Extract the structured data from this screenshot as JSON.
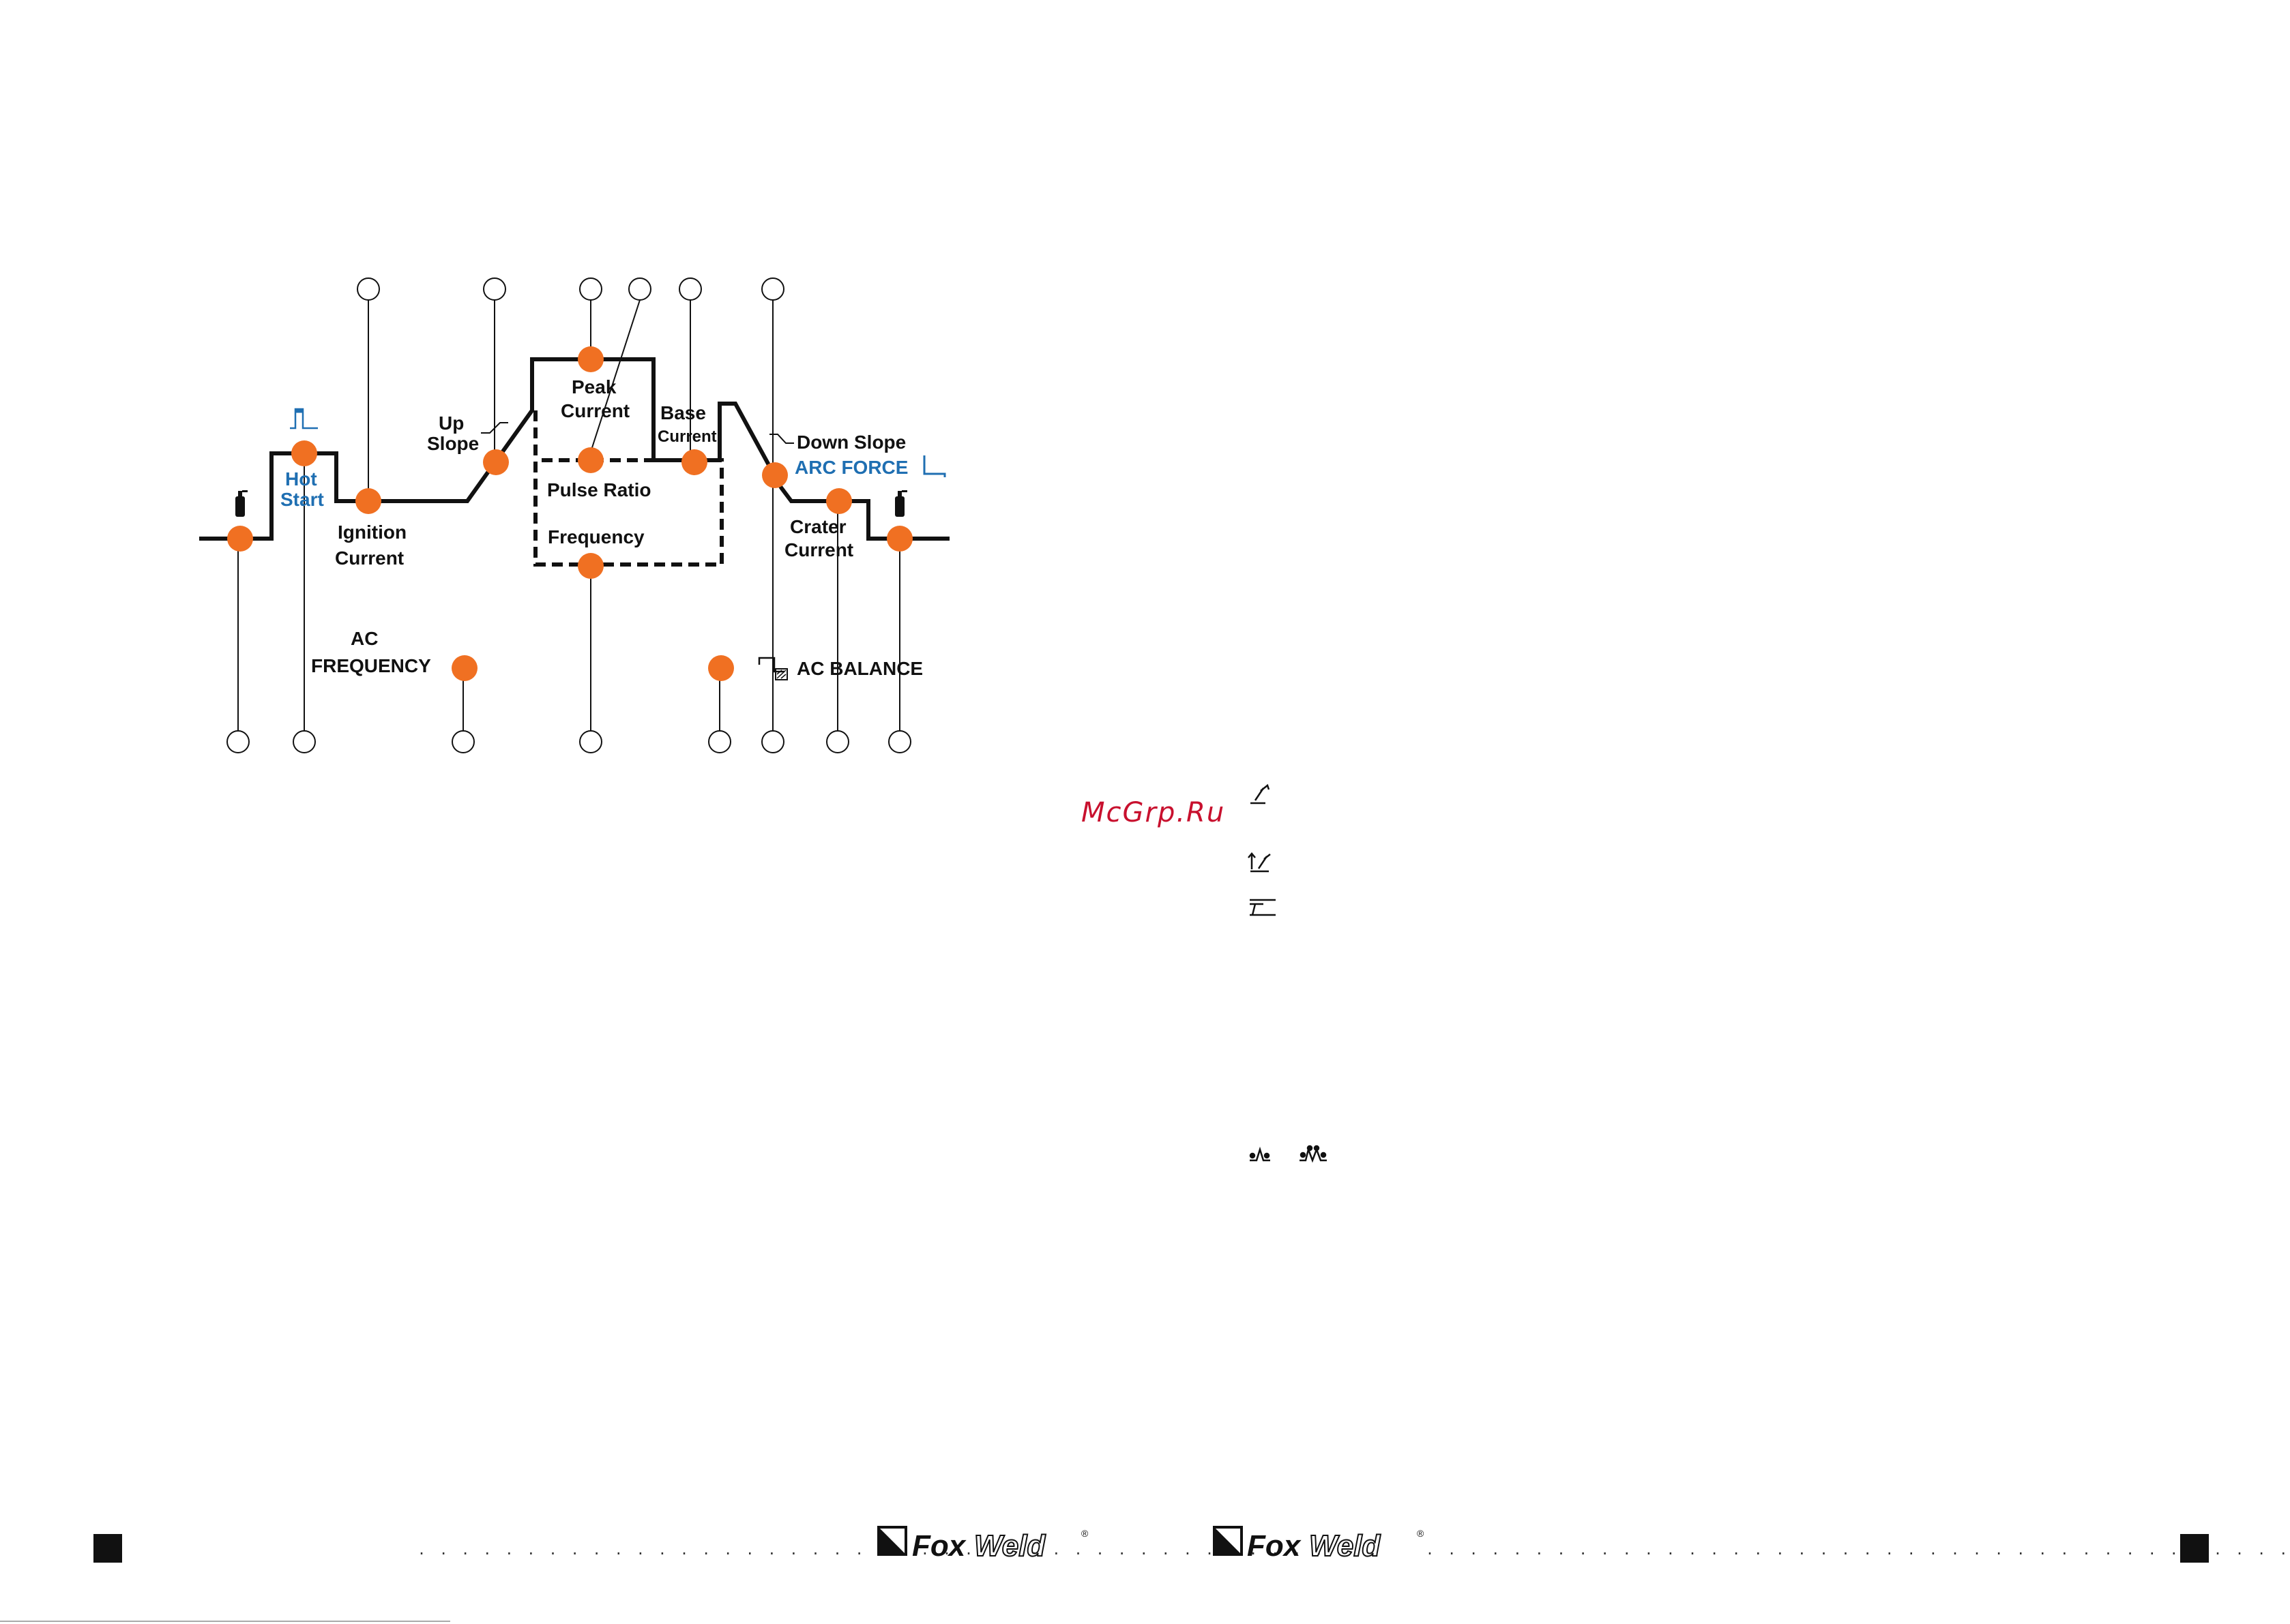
{
  "colors": {
    "line": "#111111",
    "marker": "#f07022",
    "blue": "#1f6fb2",
    "watermark": "#c8102e"
  },
  "diagram": {
    "labels": {
      "hot_start_1": "Hot",
      "hot_start_2": "Start",
      "ignition_1": "Ignition",
      "ignition_2": "Current",
      "up_slope_1": "Up",
      "up_slope_2": "Slope",
      "peak_1": "Peak",
      "peak_2": "Current",
      "base_1": "Base",
      "base_2": "Current",
      "down_slope": "Down Slope",
      "arc_force": "ARC FORCE",
      "pulse_ratio": "Pulse Ratio",
      "frequency": "Frequency",
      "crater_1": "Crater",
      "crater_2": "Current",
      "ac_1": "AC",
      "ac_2": "FREQUENCY",
      "ac_balance": "AC BALANCE"
    },
    "icons": [
      "gas-cylinder-icon",
      "hot-start-pulse-icon",
      "slope-icon",
      "arc-force-icon",
      "ac-balance-wave-icon",
      "torch-icon",
      "torch-up-icon",
      "tig-icon",
      "2t-icon",
      "4t-icon"
    ]
  },
  "watermark": "McGrp.Ru",
  "footer": {
    "brand_fox": "Fox",
    "brand_weld": "Weld",
    "registered": "®",
    "dots": ". . . . . . . . . . . . . . . . . . . . . . . . . . . . . . . . . . . . . . . . . ."
  }
}
